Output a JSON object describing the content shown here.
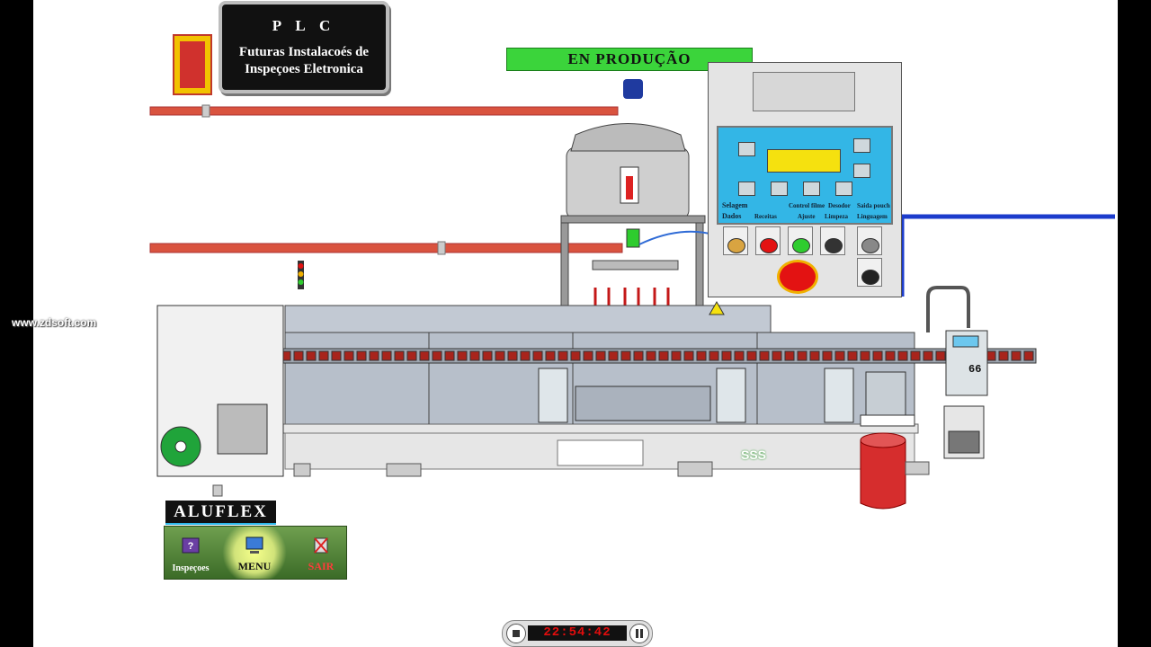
{
  "header": {
    "plc_title": "P L C",
    "plc_subtitle_line1": "Futuras Instalacoés de",
    "plc_subtitle_line2": "Inspeçoes Eletronica"
  },
  "status": {
    "text": "EN PRODUÇÃO",
    "color": "#3bd43b"
  },
  "watermark": {
    "text": "www.zdsoft.com"
  },
  "control_panel": {
    "labels": {
      "selagem": "Selagem",
      "controle_filme": "Control filme",
      "desodor": "Desodor",
      "saida_pouch": "Saida pouch",
      "dados": "Dados",
      "receitas": "Receitas",
      "ajuste": "Ajuste",
      "limpeza": "Limpeza",
      "linguagem": "Linguagem"
    },
    "screen_color": "#f5e10f",
    "lamp_colors": [
      "#d9a441",
      "#e31212",
      "#2ecc2e",
      "#333333",
      "#888888"
    ],
    "estop_color": "#e31212"
  },
  "machine": {
    "dosing_counter": "66",
    "conveyor_badge": "SSS",
    "icons": [
      "fire-extinguisher-icon",
      "warning-icon"
    ]
  },
  "brand": {
    "name": "ALUFLEX"
  },
  "menu": {
    "items": [
      {
        "label": "Inspeçoes",
        "icon": "book-icon"
      },
      {
        "label": "MENU",
        "icon": "computer-icon"
      },
      {
        "label": "SAIR",
        "icon": "exit-icon"
      }
    ]
  },
  "player": {
    "time": "22:54:42",
    "icons": [
      "stop-icon",
      "pause-icon"
    ]
  }
}
